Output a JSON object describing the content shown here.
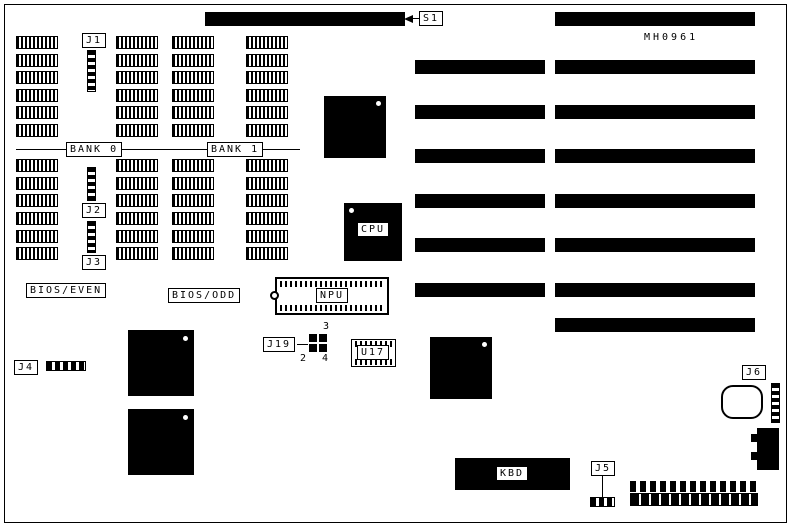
{
  "board": {
    "part_number": "MH0961"
  },
  "labels": {
    "s1": "S1",
    "j1": "J1",
    "j2": "J2",
    "j3": "J3",
    "j4": "J4",
    "j5": "J5",
    "j6": "J6",
    "j19": "J19",
    "bank0": "BANK 0",
    "bank1": "BANK 1",
    "bios_even": "BIOS/EVEN",
    "bios_odd": "BIOS/ODD",
    "cpu": "CPU",
    "npu": "NPU",
    "u17": "U17",
    "kbd": "KBD"
  },
  "pin_numbers": {
    "j19_pin2": "2",
    "j19_pin3": "3",
    "j19_pin4": "4"
  }
}
